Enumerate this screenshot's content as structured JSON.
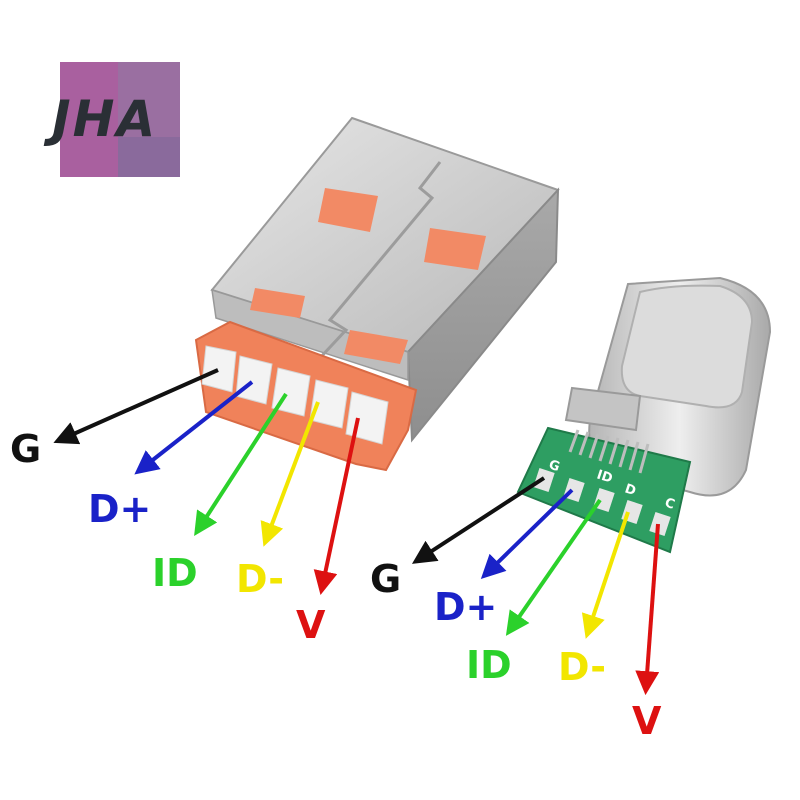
{
  "logo": {
    "text": "JHA"
  },
  "usb_a_labels": {
    "g": "G",
    "dplus": "D+",
    "id": "ID",
    "dminus": "D-",
    "v": "V"
  },
  "usb_c_labels": {
    "g": "G",
    "dplus": "D+",
    "id": "ID",
    "dminus": "D-",
    "v": "V"
  },
  "pcb_silkscreen": {
    "g": "G",
    "id": "ID",
    "d": "D",
    "c": "C"
  },
  "colors": {
    "ground": "#111111",
    "d_plus": "#1a22c8",
    "id": "#2bd12b",
    "d_minus": "#f2e600",
    "vbus": "#dd1111",
    "metal": "#c9c9c9",
    "contact": "#f28a65",
    "pcb": "#2e9e62"
  }
}
